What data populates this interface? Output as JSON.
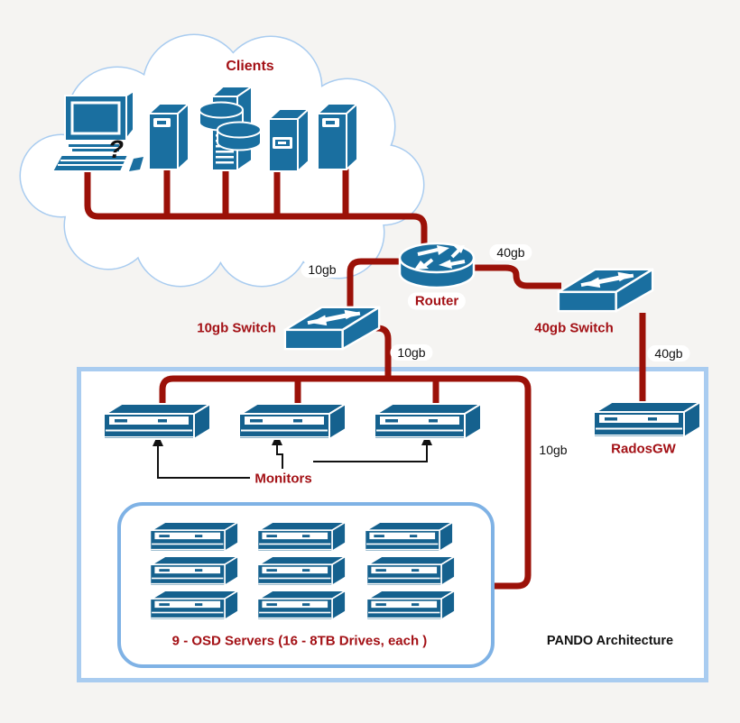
{
  "colors": {
    "bg": "#f5f4f2",
    "device_blue": "#1a6fa0",
    "rack_blue": "#15618e",
    "link_red": "#9b1108",
    "label_red": "#a31015",
    "box_blue": "#a9ccf0",
    "osd_blue": "#7fb2e5"
  },
  "cloud": {
    "label": "Clients",
    "question_mark": "?"
  },
  "nodes": {
    "router": "Router",
    "switch_10gb": "10gb Switch",
    "switch_40gb": "40gb Switch",
    "radosgw": "RadosGW",
    "monitors": "Monitors",
    "osd_servers": "9 - OSD Servers  (16 - 8TB Drives, each )"
  },
  "links": {
    "router_to_switch10": "10gb",
    "router_to_switch40": "40gb",
    "switch10_to_monitors": "10gb",
    "switch40_to_radosgw": "40gb",
    "bus_to_osd": "10gb"
  },
  "box_title": "PANDO Architecture"
}
